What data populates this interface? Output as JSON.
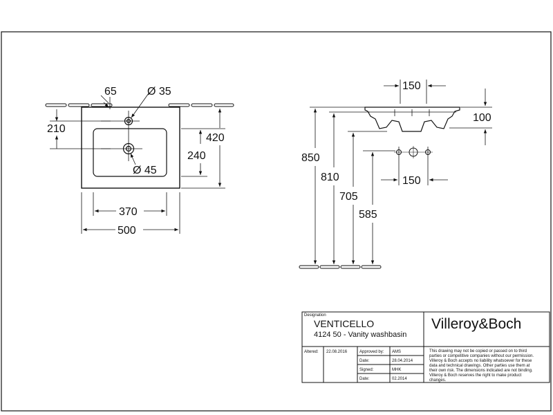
{
  "drawing": {
    "plan_view": {
      "tap_offset": "65",
      "tap_hole": "Ø 35",
      "front_depth": "210",
      "drain_hole": "Ø 45",
      "overall_depth": "420",
      "inner_depth": "240",
      "bowl_width": "370",
      "overall_width": "500"
    },
    "side_view": {
      "tap_spacing_top": "150",
      "basin_height": "100",
      "height_850": "850",
      "height_810": "810",
      "height_705": "705",
      "height_585": "585",
      "tap_spacing_bottom": "150"
    }
  },
  "title_block": {
    "designation_label": "Designation",
    "product_name": "VENTICELLO",
    "product_desc": "4124 50 - Vanity washbasin",
    "brand": "Villeroy&Boch",
    "altered_label": "Altered:",
    "altered_date": "22.08.2016",
    "approved_label": "Approved by:",
    "approved_value": "AMS",
    "date_label_1": "Date:",
    "date_value_1": "28.04.2014",
    "signed_label": "Signed:",
    "signed_value": "MHK",
    "date_label_2": "Date:",
    "date_value_2": "02.2014",
    "disclaimer_lines": [
      "This drawing may not be copied or passed on to third",
      "parties or competitive companies without our permission.",
      "Villeroy & Boch accepts no liability whatsoever for these",
      "data and technical drawings. Other parties use them at",
      "their own risk. The dimensions indicated are not binding.",
      "Villeroy & Boch reserves the right to make product",
      "changes."
    ]
  }
}
